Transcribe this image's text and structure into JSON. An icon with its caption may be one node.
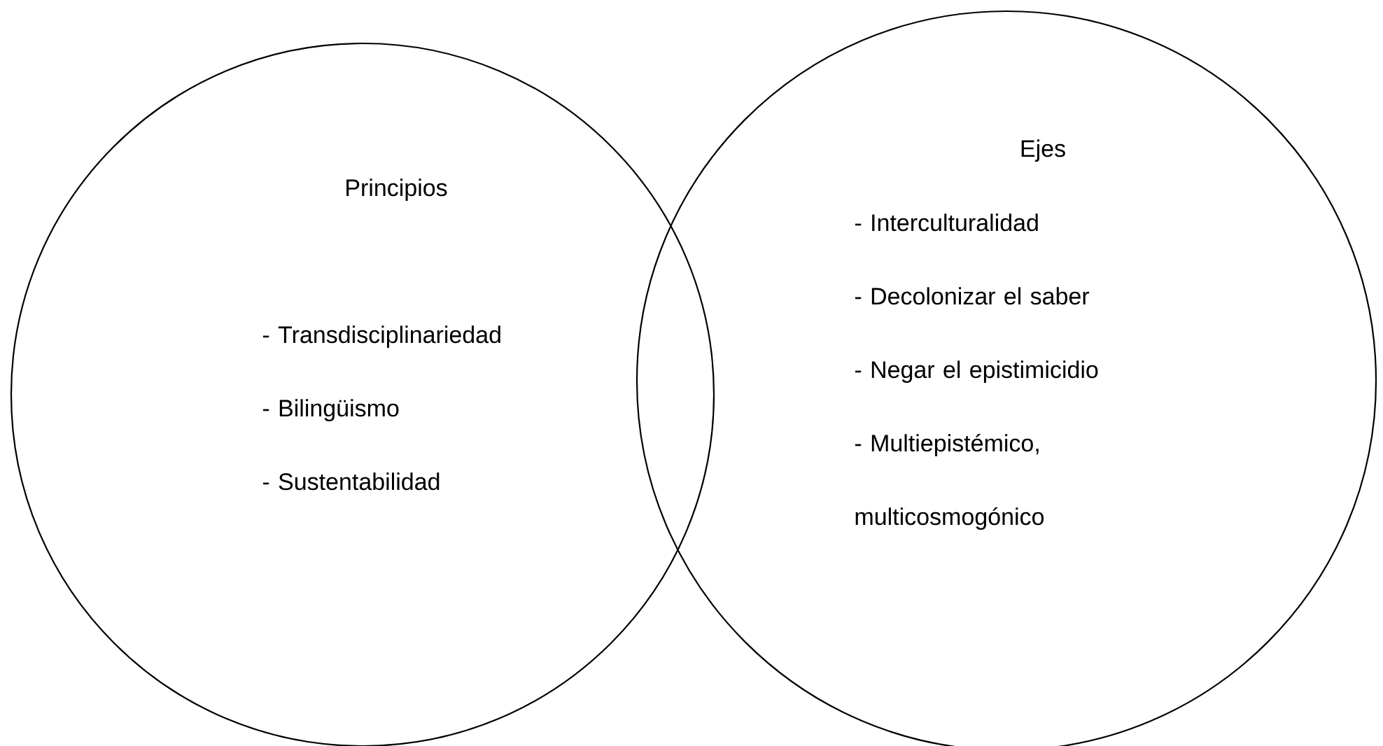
{
  "diagram": {
    "nodes": [
      {
        "text": [
          "Principios",
          "- Transdisciplinariedad",
          "- Bilingüismo",
          "- Sustentabilidad"
        ]
      },
      {
        "text": [
          "Ejes",
          "- Interculturalidad",
          "- Decolonizar el saber",
          "- Negar el epistimicidio",
          "- Multiepistémico, multicosmogónico"
        ]
      }
    ]
  }
}
